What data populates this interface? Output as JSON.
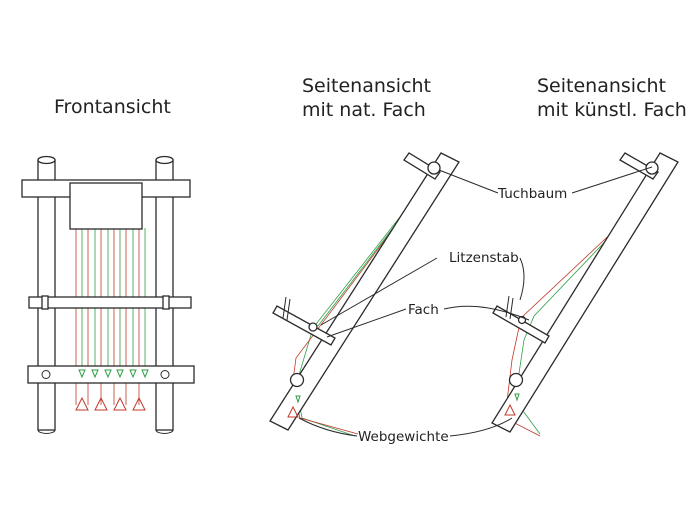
{
  "titles": {
    "front": "Frontansicht",
    "side_natural": [
      "Seitenansicht",
      "mit nat. Fach"
    ],
    "side_artificial": [
      "Seitenansicht",
      "mit künstl. Fach"
    ]
  },
  "labels": {
    "tuchbaum": "Tuchbaum",
    "litzenstab": "Litzenstab",
    "fach": "Fach",
    "webgewichte": "Webgewichte"
  },
  "colors": {
    "outline": "#2b2b2b",
    "warp_red": "#c0392b",
    "warp_green": "#2e9e44"
  }
}
